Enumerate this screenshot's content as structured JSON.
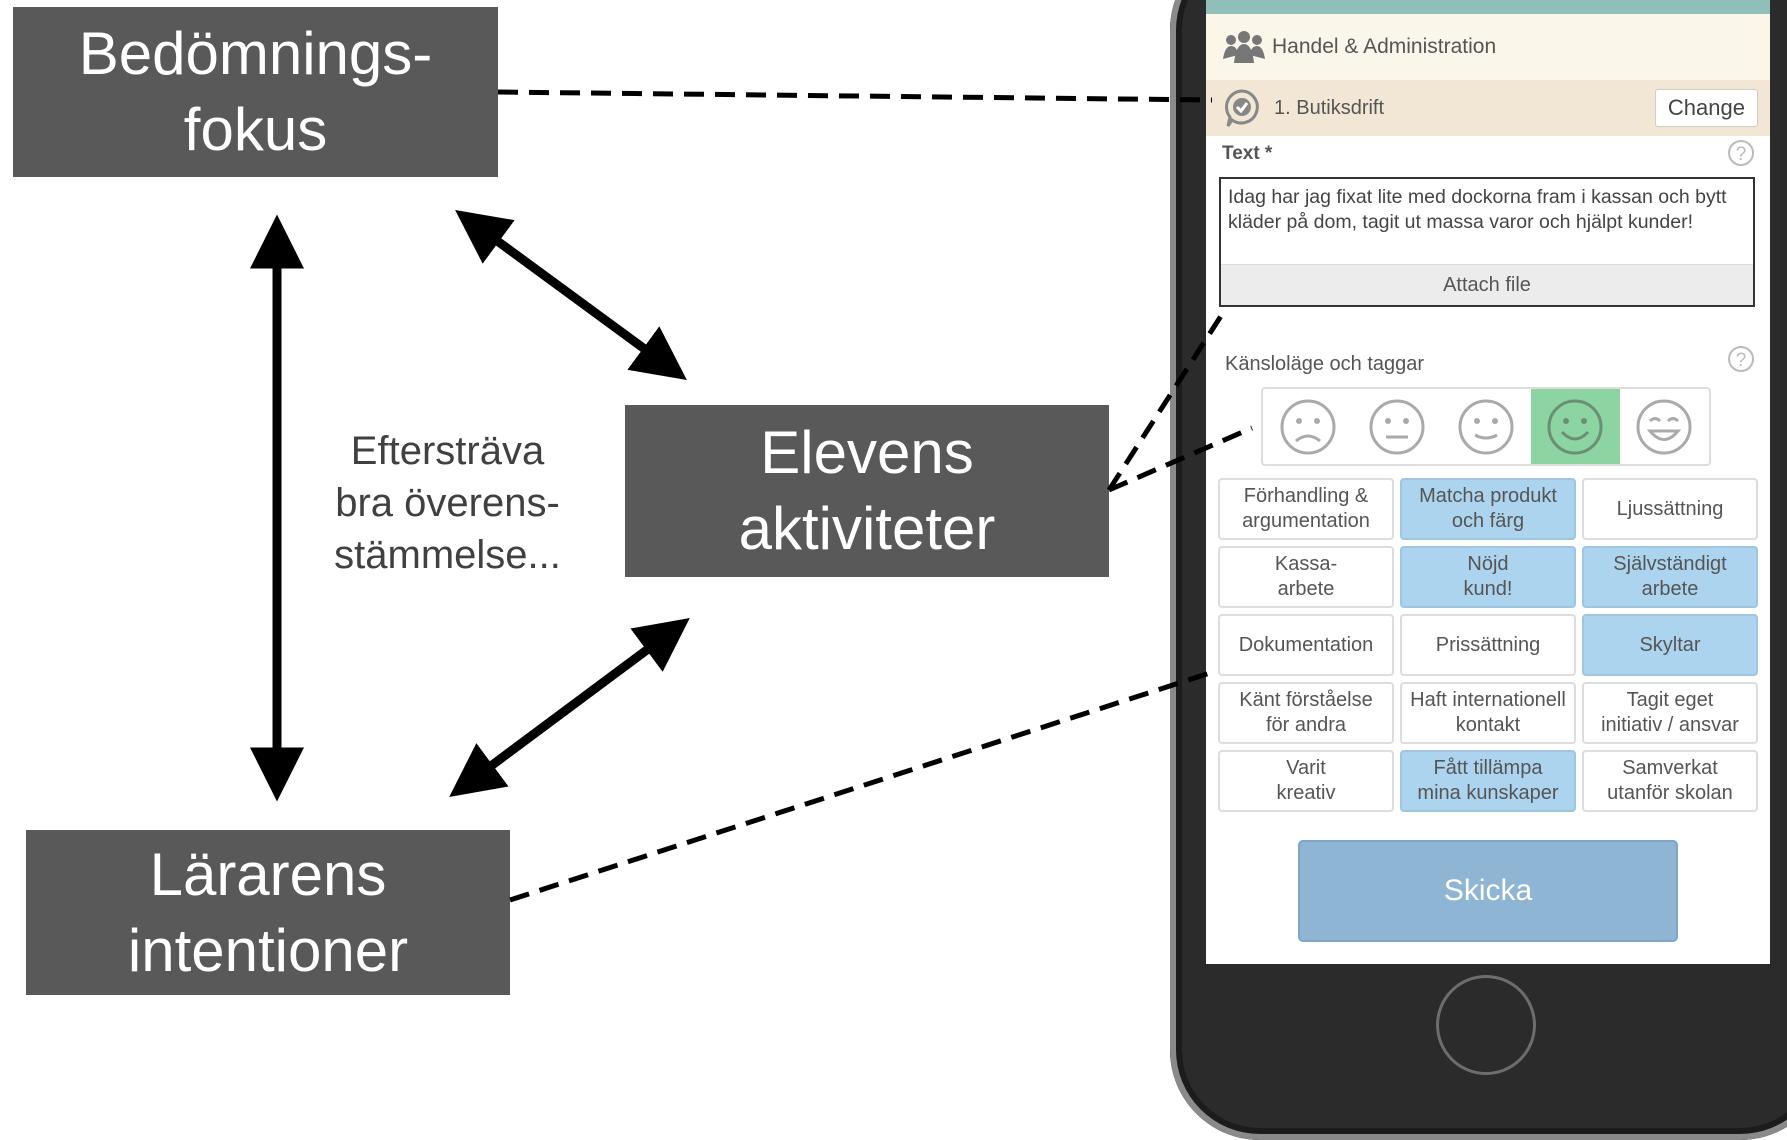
{
  "diagram": {
    "nodes": {
      "bedomningsfokus": "Bedömnings-\nfokus",
      "elevens_aktiviteter": "Elevens\naktiviteter",
      "lararens_intentioner": "Lärarens\nintentioner"
    },
    "center_note": "Eftersträva\nbra överens-\nstämmelse..."
  },
  "phone": {
    "category": "Handel & Administration",
    "focus": "1. Butiksdrift",
    "change_label": "Change",
    "text_label": "Text *",
    "text_value": "Idag har jag fixat lite med dockorna fram i kassan och bytt kläder på dom, tagit ut massa varor och hjälpt kunder!",
    "attach_label": "Attach file",
    "mood_label": "Känsloläge och taggar",
    "help_glyph": "?",
    "moods": [
      "sad",
      "neutral",
      "slight-smile",
      "smile",
      "happy"
    ],
    "selected_mood": "smile",
    "tags": [
      {
        "label": "Förhandling &\nargumentation",
        "active": false
      },
      {
        "label": "Matcha produkt\noch färg",
        "active": true
      },
      {
        "label": "Ljussättning",
        "active": false
      },
      {
        "label": "Kassa-\narbete",
        "active": false
      },
      {
        "label": "Nöjd\nkund!",
        "active": true
      },
      {
        "label": "Självständigt\narbete",
        "active": true
      },
      {
        "label": "Dokumentation",
        "active": false
      },
      {
        "label": "Prissättning",
        "active": false
      },
      {
        "label": "Skyltar",
        "active": true
      },
      {
        "label": "Känt förståelse\nför andra",
        "active": false
      },
      {
        "label": "Haft internationell\nkontakt",
        "active": false
      },
      {
        "label": "Tagit eget\ninitiativ / ansvar",
        "active": false
      },
      {
        "label": "Varit\nkreativ",
        "active": false
      },
      {
        "label": "Fått tillämpa\nmina kunskaper",
        "active": true
      },
      {
        "label": "Samverkat\nutanför skolan",
        "active": false
      }
    ],
    "submit_label": "Skicka"
  },
  "colors": {
    "node_fill": "#595959",
    "tag_active": "#acd4ee",
    "mood_selected": "#8cd4a2",
    "submit": "#8eb6d4"
  }
}
